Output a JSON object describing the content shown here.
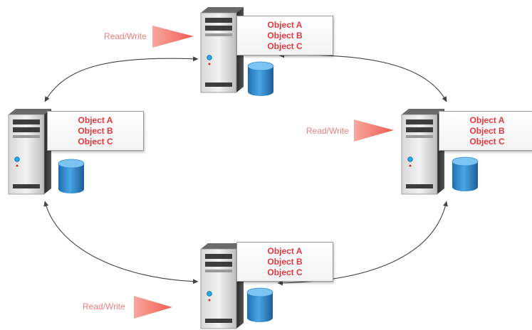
{
  "nodes": [
    {
      "id": "top",
      "objects": [
        "Object A",
        "Object B",
        "Object C"
      ],
      "read_write": "Read/Write"
    },
    {
      "id": "left",
      "objects": [
        "Object A",
        "Object B",
        "Object C"
      ],
      "read_write": ""
    },
    {
      "id": "right",
      "objects": [
        "Object A",
        "Object B",
        "Object C"
      ],
      "read_write": "Read/Write"
    },
    {
      "id": "bottom",
      "objects": [
        "Object A",
        "Object B",
        "Object C"
      ],
      "read_write": "Read/Write"
    }
  ],
  "colors": {
    "object_text": "#e2383f",
    "read_write_text": "#ef7f7f",
    "arrow_fill": "#f36f66",
    "server_body": "#3a3a3a",
    "database": "#2f8fd0",
    "connector": "#444444"
  },
  "icons": [
    "server-icon",
    "database-icon",
    "write-arrow-icon"
  ]
}
